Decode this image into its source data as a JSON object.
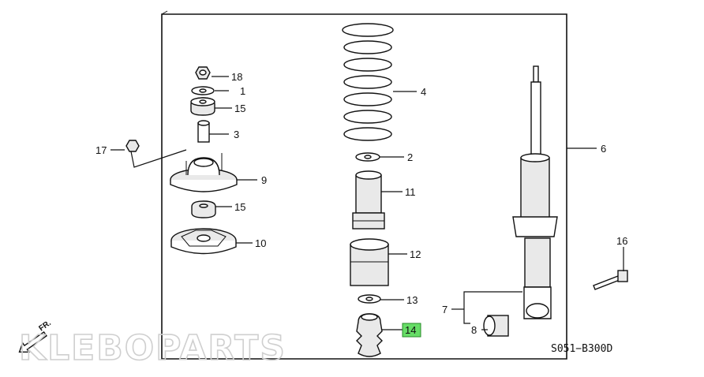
{
  "diagram_code": "S051−B300D",
  "direction_label": "FR.",
  "watermark": "KLEBOPARTS",
  "highlight_color": "#66dd66",
  "callouts": [
    {
      "id": "18",
      "label": "18"
    },
    {
      "id": "1",
      "label": "1"
    },
    {
      "id": "15a",
      "label": "15"
    },
    {
      "id": "3",
      "label": "3"
    },
    {
      "id": "17",
      "label": "17"
    },
    {
      "id": "9",
      "label": "9"
    },
    {
      "id": "15b",
      "label": "15"
    },
    {
      "id": "10",
      "label": "10"
    },
    {
      "id": "4",
      "label": "4"
    },
    {
      "id": "2",
      "label": "2"
    },
    {
      "id": "11",
      "label": "11"
    },
    {
      "id": "12",
      "label": "12"
    },
    {
      "id": "13",
      "label": "13"
    },
    {
      "id": "14",
      "label": "14",
      "highlighted": true
    },
    {
      "id": "6",
      "label": "6"
    },
    {
      "id": "16",
      "label": "16"
    },
    {
      "id": "7",
      "label": "7"
    },
    {
      "id": "8",
      "label": "8"
    }
  ]
}
